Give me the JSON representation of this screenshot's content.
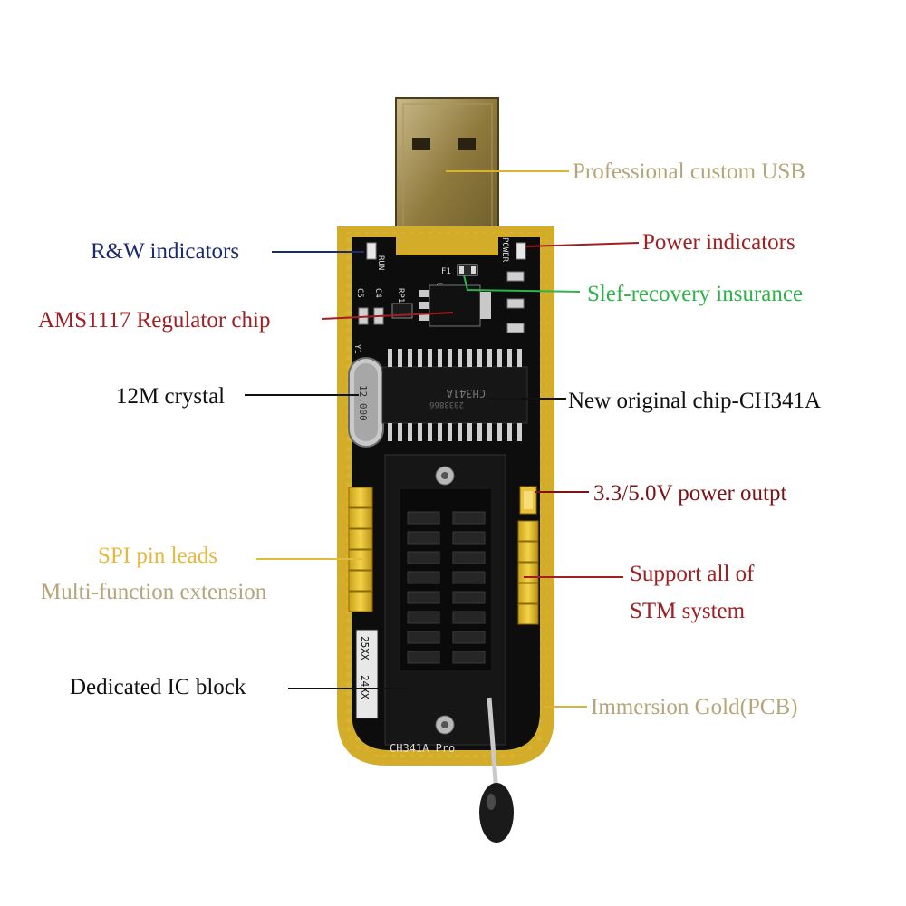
{
  "labels": {
    "usb": {
      "text": "Professional custom USB",
      "color": "#b4a57a"
    },
    "rw": {
      "text": "R&W indicators",
      "color": "#1c2a6e"
    },
    "power_ind": {
      "text": "Power indicators",
      "color": "#a11f22"
    },
    "fuse": {
      "text": "Slef-recovery insurance",
      "color": "#2eb34a"
    },
    "regulator": {
      "text": "AMS1117 Regulator chip",
      "color": "#a11f22"
    },
    "crystal": {
      "text": "12M crystal",
      "color": "#111111"
    },
    "chip": {
      "text": "New original chip-CH341A",
      "color": "#111111"
    },
    "power_out": {
      "text": "3.3/5.0V power outpt",
      "color": "#7a1416"
    },
    "spi_1": {
      "text": "SPI pin leads",
      "color": "#e5b93a"
    },
    "spi_2": {
      "text": "Multi-function extension",
      "color": "#b4a57a"
    },
    "stm_1": {
      "text": "Support all of",
      "color": "#a11f22"
    },
    "stm_2": {
      "text": "STM system",
      "color": "#a11f22"
    },
    "ic_block": {
      "text": "Dedicated IC block",
      "color": "#111111"
    },
    "gold": {
      "text": "Immersion Gold(PCB)",
      "color": "#b4a57a"
    }
  },
  "board": {
    "run": "RUN",
    "power": "POWER",
    "f1": "F1",
    "u1": "U1",
    "rp1": "RP1",
    "c4": "C4",
    "c5": "C5",
    "y1": "Y1",
    "crystal_marking": "12.000",
    "chip_marking": "CH341A",
    "chip_code": "2033866",
    "socket_25": "25XX",
    "socket_24": "24XX",
    "bottom_marking": "CH341A Pro"
  }
}
